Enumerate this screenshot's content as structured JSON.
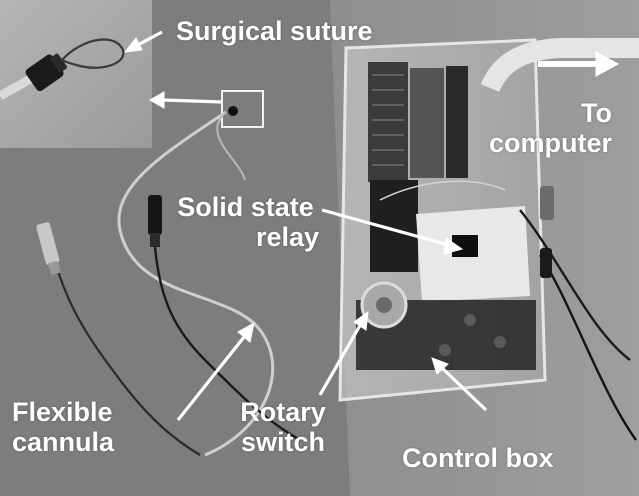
{
  "labels": {
    "surgical_suture": "Surgical suture",
    "to_computer": [
      "To",
      "computer"
    ],
    "solid_state_relay": [
      "Solid state",
      "relay"
    ],
    "flexible_cannula": [
      "Flexible",
      "cannula"
    ],
    "rotary_switch": [
      "Rotary",
      "switch"
    ],
    "control_box": "Control box"
  },
  "colors": {
    "label_text": "#ffffff",
    "arrow": "#ffffff",
    "background": "#7a7a7a"
  }
}
